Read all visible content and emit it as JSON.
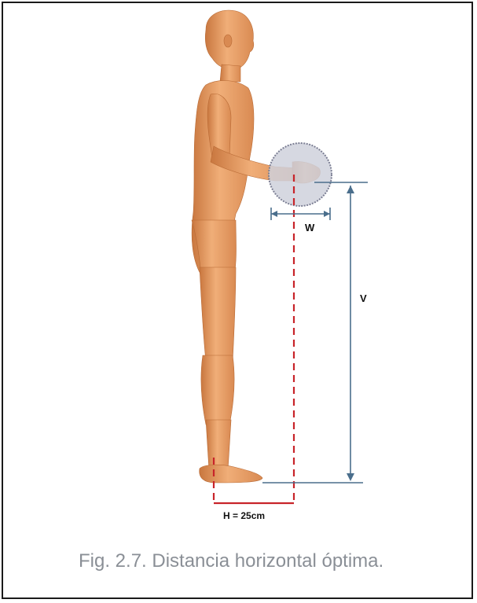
{
  "labels": {
    "w": "W",
    "v": "V",
    "h": "H = 25cm"
  },
  "caption": "Fig. 2.7. Distancia horizontal óptima.",
  "colors": {
    "skin": "#e8a16c",
    "skin_shadow": "#c9773f",
    "object_fill": "#cfd1dc",
    "dimension_line": "#4a6e8c",
    "red_dash": "#c8242a",
    "caption": "#8a8f96"
  },
  "icons": {
    "figure": "human-figure-icon",
    "object": "load-circle-icon"
  }
}
